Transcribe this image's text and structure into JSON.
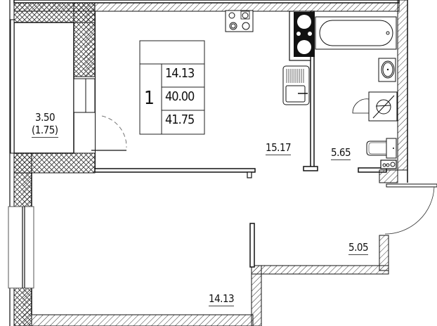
{
  "plan": {
    "legend": {
      "rooms_count": "1",
      "living_area": "14.13",
      "total_area": "40.00",
      "total_area_with_balcony": "41.75"
    },
    "rooms": [
      {
        "id": "balcony",
        "area": "3.50",
        "area_reduced": "(1.75)"
      },
      {
        "id": "kitchen",
        "area": "15.17"
      },
      {
        "id": "bathroom",
        "area": "5.65"
      },
      {
        "id": "hallway",
        "area": "5.05"
      },
      {
        "id": "living-room",
        "area": "14.13"
      }
    ],
    "colors": {
      "line": "#111111",
      "hatch": "#333333",
      "background": "#ffffff"
    }
  }
}
